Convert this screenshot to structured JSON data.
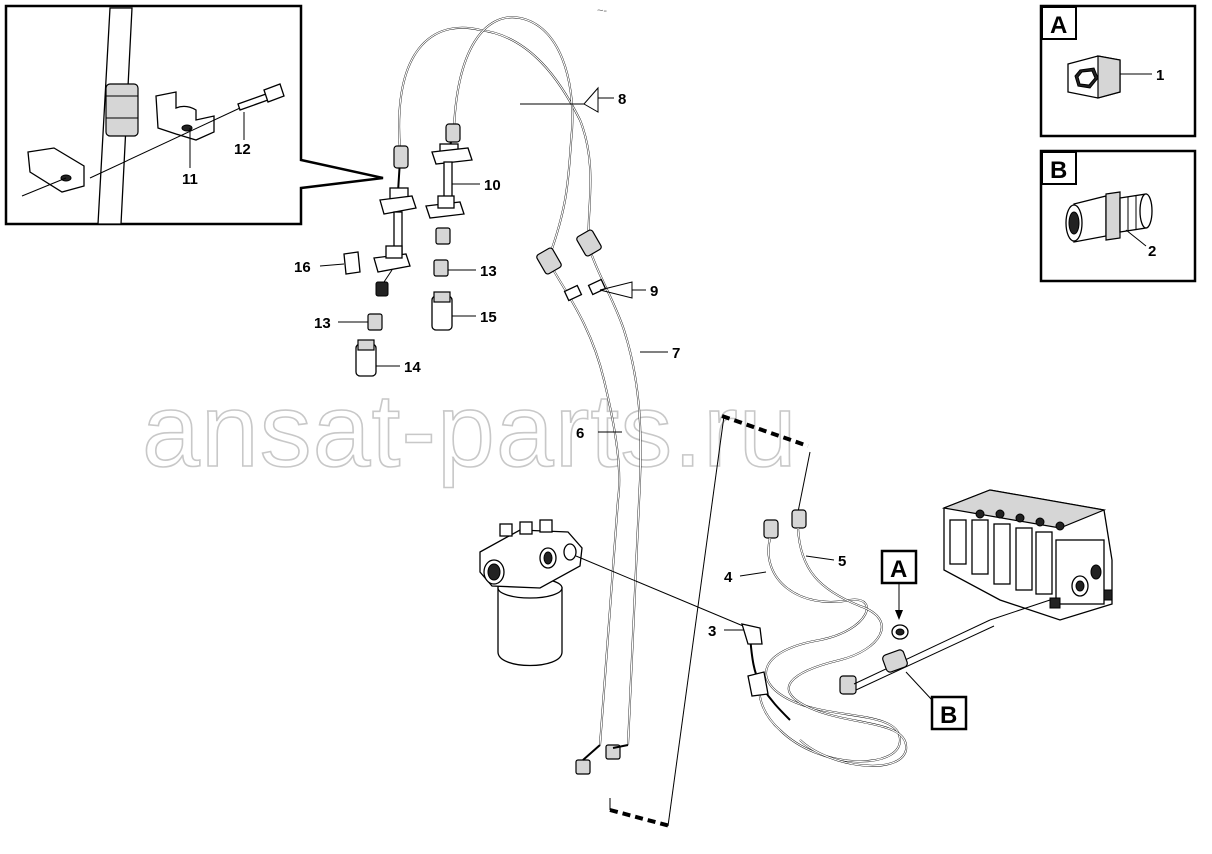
{
  "watermark": "ansat-parts.ru",
  "header_mark": "~-",
  "details": [
    {
      "letter": "A",
      "part_ref": "1"
    },
    {
      "letter": "B",
      "part_ref": "2"
    }
  ],
  "flags": {
    "a": "A",
    "b": "B"
  },
  "callouts": {
    "c1": "1",
    "c2": "2",
    "c3": "3",
    "c4": "4",
    "c5": "5",
    "c6": "6",
    "c7": "7",
    "c8": "8",
    "c9": "9",
    "c10": "10",
    "c11": "11",
    "c12": "12",
    "c13a": "13",
    "c13b": "13",
    "c14": "14",
    "c15": "15",
    "c16": "16"
  }
}
